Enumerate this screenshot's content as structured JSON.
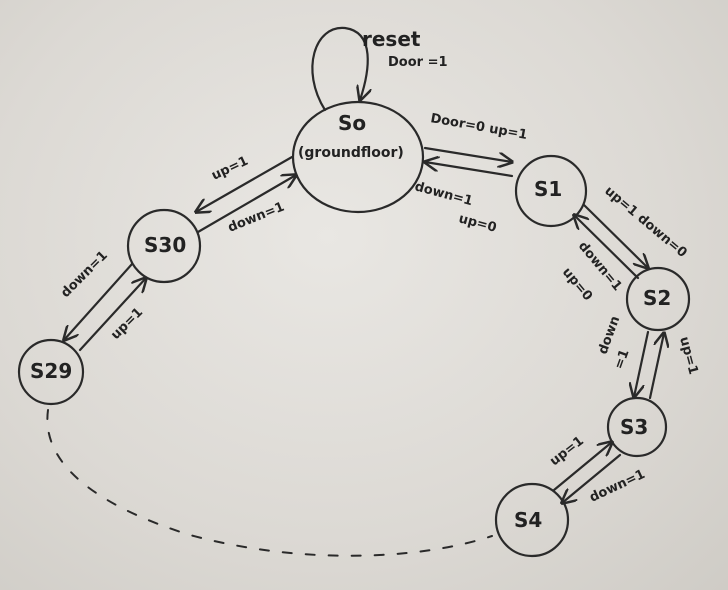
{
  "states": {
    "s0": "So",
    "s0_sub": "(groundfloor)",
    "s1": "S1",
    "s2": "S2",
    "s3": "S3",
    "s4": "S4",
    "s30": "S30",
    "s29": "S29"
  },
  "transitions": {
    "reset": "reset",
    "reset_cond": "Door =1",
    "s0_s1": "Door=0 up=1",
    "s1_s0_a": "down=1",
    "s1_s0_b": "up=0",
    "s1_s2": "up=1 down=0",
    "s2_s1_a": "down=1",
    "s2_s1_b": "up=0",
    "s2_s3_a": "down",
    "s2_s3_b": "=1",
    "s3_s2": "up=1",
    "s3_s4": "up=1",
    "s4_s3": "down=1",
    "s0_s30": "up=1",
    "s30_s0": "down=1",
    "s30_s29": "down=1",
    "s29_s30": "up=1"
  },
  "colors": {
    "ink": "#2a2a2a",
    "paper": "#e4e1dc"
  }
}
